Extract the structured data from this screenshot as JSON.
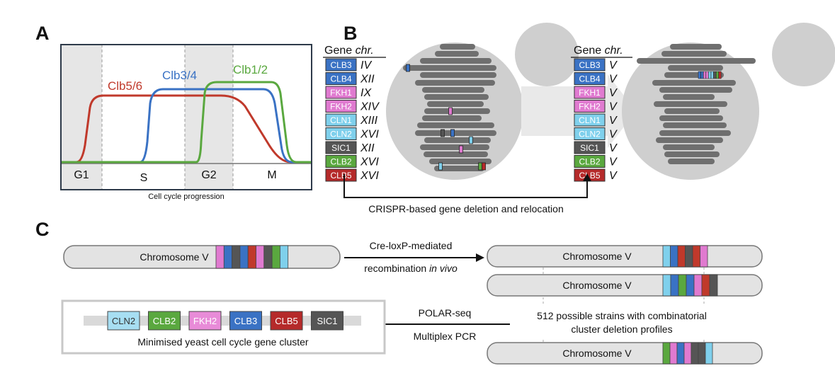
{
  "panel_a": {
    "label": "A",
    "curves": [
      {
        "name": "Clb5/6",
        "color": "#c0392b"
      },
      {
        "name": "Clb3/4",
        "color": "#3a72c4"
      },
      {
        "name": "Clb1/2",
        "color": "#5aa83f"
      }
    ],
    "phases": [
      "G1",
      "S",
      "G2",
      "M"
    ],
    "xlabel": "Cell cycle progression"
  },
  "panel_b": {
    "label": "B",
    "header_gene": "Gene",
    "header_chr": "chr.",
    "genes": [
      {
        "name": "CLB3",
        "chr_before": "IV",
        "chr_after": "V",
        "color": "#3a72c4",
        "text": "#ffffff"
      },
      {
        "name": "CLB4",
        "chr_before": "XII",
        "chr_after": "V",
        "color": "#3a72c4",
        "text": "#ffffff"
      },
      {
        "name": "FKH1",
        "chr_before": "IX",
        "chr_after": "V",
        "color": "#e07ad0",
        "text": "#ffffff"
      },
      {
        "name": "FKH2",
        "chr_before": "XIV",
        "chr_after": "V",
        "color": "#e07ad0",
        "text": "#ffffff"
      },
      {
        "name": "CLN1",
        "chr_before": "XIII",
        "chr_after": "V",
        "color": "#7fd0ec",
        "text": "#ffffff"
      },
      {
        "name": "CLN2",
        "chr_before": "XVI",
        "chr_after": "V",
        "color": "#7fd0ec",
        "text": "#ffffff"
      },
      {
        "name": "SIC1",
        "chr_before": "XII",
        "chr_after": "V",
        "color": "#555555",
        "text": "#ffffff"
      },
      {
        "name": "CLB2",
        "chr_before": "XVI",
        "chr_after": "V",
        "color": "#5aa83f",
        "text": "#ffffff"
      },
      {
        "name": "CLB5",
        "chr_before": "XVI",
        "chr_after": "V",
        "color": "#b52a2a",
        "text": "#ffffff"
      }
    ],
    "arrow_label": "CRISPR-based gene deletion and relocation"
  },
  "panel_c": {
    "label": "C",
    "chromosome_label": "Chromosome V",
    "step1_line1": "Cre-loxP-mediated",
    "step1_line2a": "recombination ",
    "step1_line2b": "in vivo",
    "strains_line1": "512 possible strains with combinatorial",
    "strains_line2": "cluster deletion profiles",
    "method_line1": "POLAR-seq",
    "method_line2": "Multiplex PCR",
    "minimised_genes": [
      {
        "name": "CLN2",
        "color": "#a7def2",
        "text": "#333333"
      },
      {
        "name": "CLB2",
        "color": "#5aa83f",
        "text": "#ffffff"
      },
      {
        "name": "FKH2",
        "color": "#e88bd8",
        "text": "#ffffff"
      },
      {
        "name": "CLB3",
        "color": "#3a72c4",
        "text": "#ffffff"
      },
      {
        "name": "CLB5",
        "color": "#b52a2a",
        "text": "#ffffff"
      },
      {
        "name": "SIC1",
        "color": "#555555",
        "text": "#ffffff"
      }
    ],
    "minimised_caption": "Minimised yeast cell cycle gene cluster"
  },
  "colors": {
    "clb5": "#c0392b",
    "clb3": "#3a72c4",
    "clb1": "#5aa83f",
    "pink": "#e07ad0",
    "cyan": "#7fd0ec",
    "gray_gene": "#555555",
    "cell": "#cfcfcf",
    "chrom": "#707070",
    "phase_shade": "#e6e6e6"
  }
}
